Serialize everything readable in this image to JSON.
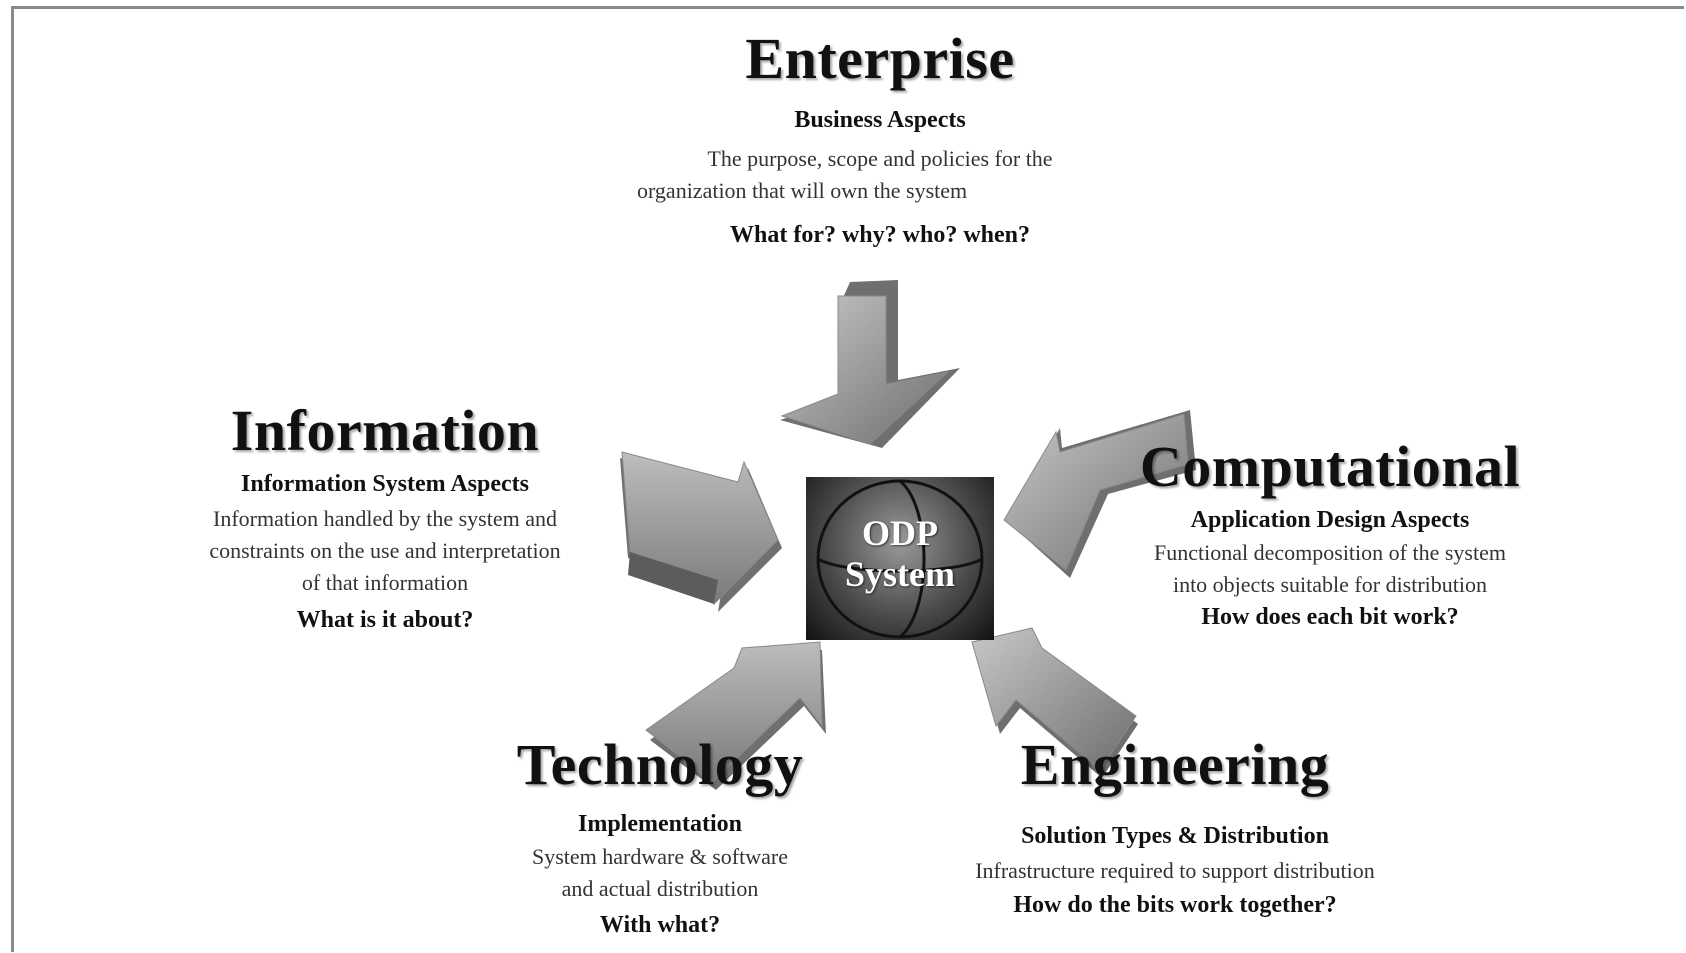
{
  "center": {
    "line1": "ODP",
    "line2": "System"
  },
  "views": {
    "enterprise": {
      "title": "Enterprise",
      "subtitle": "Business Aspects",
      "desc1": "The purpose, scope and policies for the",
      "desc2": "organization that will own the system",
      "question": "What for? why? who? when?"
    },
    "information": {
      "title": "Information",
      "subtitle": "Information System Aspects",
      "desc1": "Information handled by the system and",
      "desc2": "constraints on the use and interpretation",
      "desc3": "of that information",
      "question": "What is it about?"
    },
    "computational": {
      "title": "Computational",
      "subtitle": "Application Design Aspects",
      "desc1": "Functional decomposition of the system",
      "desc2": "into objects suitable for distribution",
      "question": "How does each bit work?"
    },
    "technology": {
      "title": "Technology",
      "subtitle": "Implementation",
      "desc1": "System hardware & software",
      "desc2": "and actual distribution",
      "question": "With what?"
    },
    "engineering": {
      "title": "Engineering",
      "subtitle": "Solution Types & Distribution",
      "desc1": "Infrastructure required to support distribution",
      "question": "How do the bits work together?"
    }
  }
}
